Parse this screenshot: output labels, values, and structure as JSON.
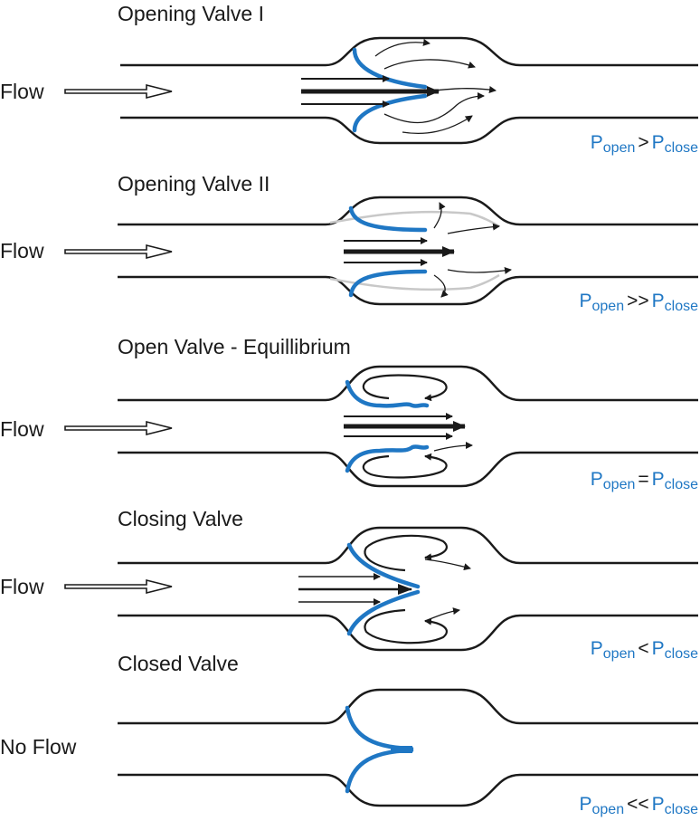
{
  "panels": [
    {
      "title": "Opening Valve I",
      "flow_label": "Flow",
      "operator": ">"
    },
    {
      "title": "Opening Valve II",
      "flow_label": "Flow",
      "operator": ">>"
    },
    {
      "title": "Open Valve - Equillibrium",
      "flow_label": "Flow",
      "operator": "="
    },
    {
      "title": "Closing Valve",
      "flow_label": "Flow",
      "operator": "<"
    },
    {
      "title": "Closed Valve",
      "flow_label": "No Flow",
      "operator": "<<"
    }
  ],
  "pressure_symbol": "P",
  "open_subscript": "open",
  "close_subscript": "close",
  "colors": {
    "leaflet": "#1f77c4",
    "line": "#1a1a1a",
    "ghost": "#c8c8c8"
  }
}
